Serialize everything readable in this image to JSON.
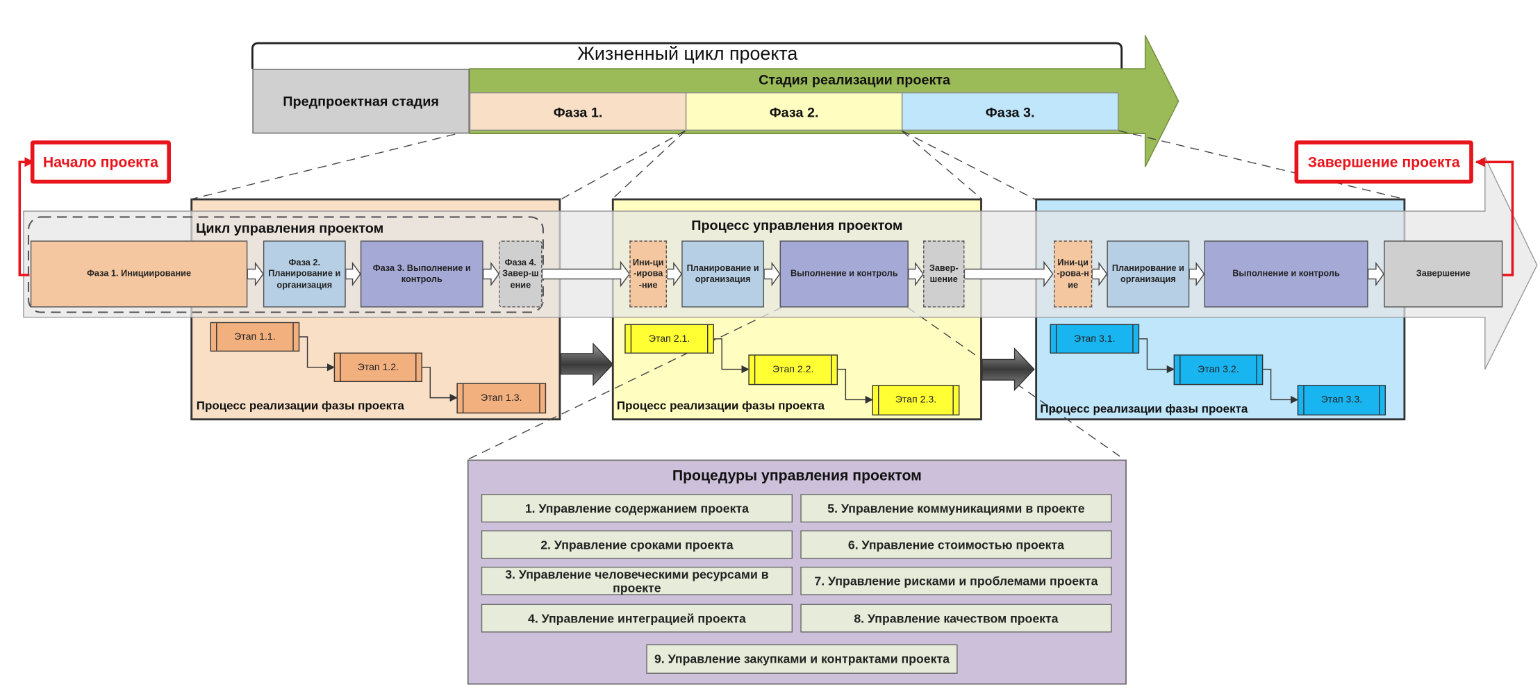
{
  "lifecycle": {
    "title": "Жизненный цикл проекта",
    "pre_stage": "Предпроектная стадия",
    "realization_stage": "Стадия реализации проекта",
    "phases": [
      "Фаза 1.",
      "Фаза 2.",
      "Фаза 3."
    ]
  },
  "callouts": {
    "start": "Начало проекта",
    "end": "Завершение проекта"
  },
  "management_cycle": {
    "title": "Цикл управления проектом",
    "items": [
      "Фаза 1. Инициирование",
      "Фаза 2. Планирование и организация",
      "Фаза 3. Выполнение и контроль",
      "Фаза 4. Завер-шение"
    ]
  },
  "management_process": {
    "title": "Процесс управления проектом",
    "items": [
      "Ини-ци-ирова-ние",
      "Планирование и организация",
      "Выполнение и контроль",
      "Завер-шение"
    ]
  },
  "phase3_process": {
    "items": [
      "Ини-ци-рова-ние",
      "Планирование и организация",
      "Выполнение и контроль",
      "Завершение"
    ]
  },
  "phase_realization_label": "Процесс реализации фазы проекта",
  "stages": {
    "phase1": [
      "Этап 1.1.",
      "Этап 1.2.",
      "Этап 1.3."
    ],
    "phase2": [
      "Этап 2.1.",
      "Этап 2.2.",
      "Этап 2.3."
    ],
    "phase3": [
      "Этап 3.1.",
      "Этап 3.2.",
      "Этап 3.3."
    ]
  },
  "procedures": {
    "title": "Процедуры управления проектом",
    "items": [
      "1. Управление содержанием проекта",
      "2. Управление сроками проекта",
      "3. Управление человеческими ресурсами в проекте",
      "4. Управление интеграцией проекта",
      "5. Управление коммуникациями в проекте",
      "6. Управление стоимостью проекта",
      "7. Управление рисками и проблемами проекта",
      "8. Управление качеством проекта",
      "9. Управление закупками и контрактами проекта"
    ]
  },
  "colors": {
    "phase1": "#f8dfc6",
    "phase2": "#fffdc0",
    "phase3": "#bfe6fb",
    "realization_green": "#9bbb59",
    "procedures_bg": "#ccc0da",
    "callout_red": "#e8141c"
  }
}
